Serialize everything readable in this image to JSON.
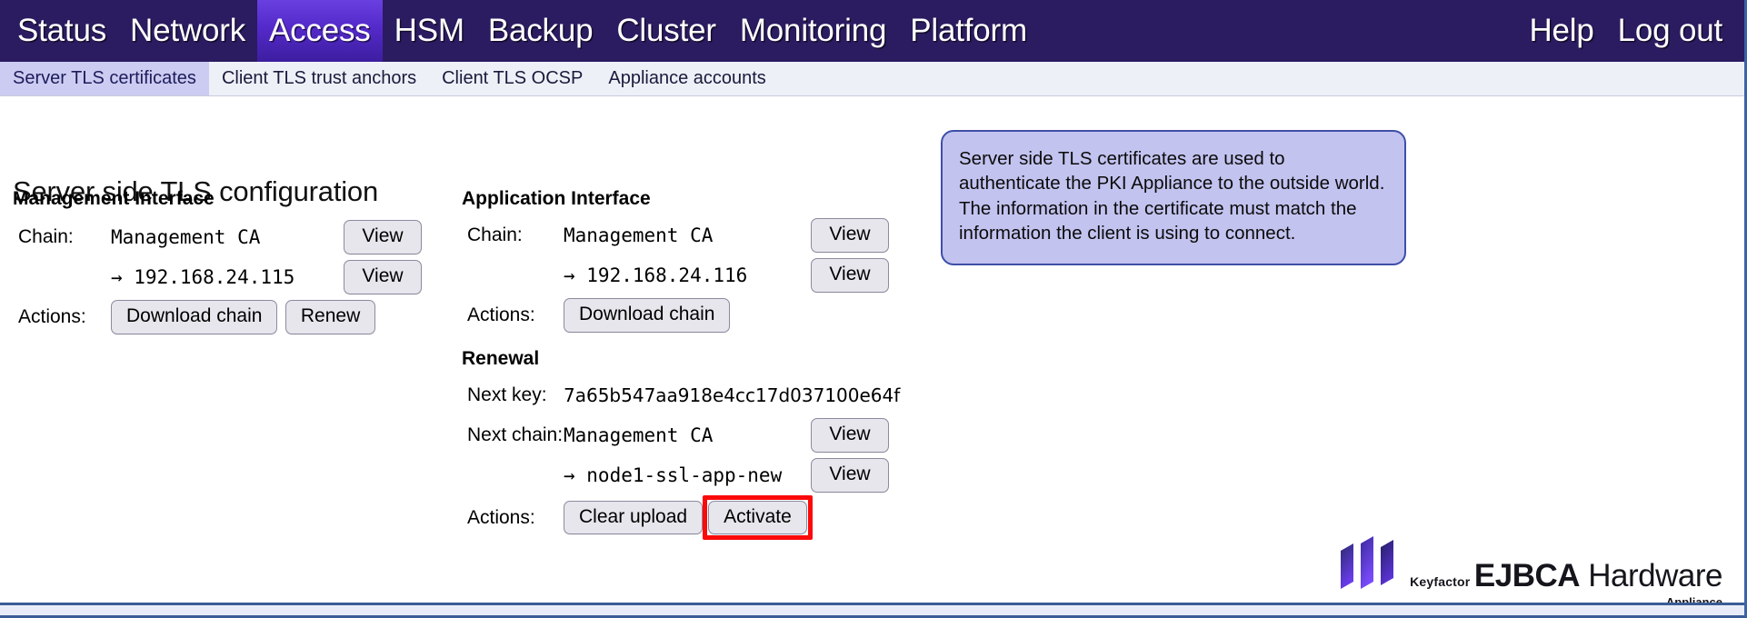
{
  "topnav": {
    "items": [
      {
        "label": "Status",
        "active": false
      },
      {
        "label": "Network",
        "active": false
      },
      {
        "label": "Access",
        "active": true
      },
      {
        "label": "HSM",
        "active": false
      },
      {
        "label": "Backup",
        "active": false
      },
      {
        "label": "Cluster",
        "active": false
      },
      {
        "label": "Monitoring",
        "active": false
      },
      {
        "label": "Platform",
        "active": false
      }
    ],
    "right_items": [
      {
        "label": "Help"
      },
      {
        "label": "Log out"
      }
    ],
    "bg_color": "#2b1b60",
    "active_color": "#5429c9"
  },
  "subnav": {
    "items": [
      {
        "label": "Server TLS certificates",
        "active": true
      },
      {
        "label": "Client TLS trust anchors",
        "active": false
      },
      {
        "label": "Client TLS OCSP",
        "active": false
      },
      {
        "label": "Appliance accounts",
        "active": false
      }
    ],
    "active_bg": "#ccccf2"
  },
  "main": {
    "page_title": "Server side TLS configuration",
    "management_interface": {
      "heading": "Management Interface",
      "chain_label": "Chain:",
      "chain_root": "Management CA",
      "chain_leaf": "→ 192.168.24.115",
      "view_root_label": "View",
      "view_leaf_label": "View",
      "actions_label": "Actions:",
      "download_chain_label": "Download chain",
      "renew_label": "Renew"
    },
    "application_interface": {
      "heading": "Application Interface",
      "chain_label": "Chain:",
      "chain_root": "Management CA",
      "chain_leaf": "→ 192.168.24.116",
      "view_root_label": "View",
      "view_leaf_label": "View",
      "actions_label": "Actions:",
      "download_chain_label": "Download chain"
    },
    "renewal": {
      "heading": "Renewal",
      "next_key_label": "Next key:",
      "next_key_value": "7a65b547aa918e4cc17d037100e64f",
      "next_chain_label": "Next chain:",
      "next_chain_root": "Management CA",
      "next_chain_leaf": "→ node1‑ssl‑app‑new",
      "view_root_label": "View",
      "view_leaf_label": "View",
      "actions_label": "Actions:",
      "clear_upload_label": "Clear upload",
      "activate_label": "Activate",
      "activate_highlight_color": "#fb0a0a"
    }
  },
  "info_panel": {
    "text": "Server side TLS certificates are used to authenticate the PKI Appliance to the outside world. The information in the certificate must match the information the client is using to connect.",
    "bg_color": "#c3c3f0",
    "border_color": "#3e4fa8"
  },
  "logo": {
    "brand": "Keyfactor",
    "product_bold": "EJBCA",
    "product_light": " Hardware",
    "subtitle": "Appliance",
    "mark_color_start": "#6b3df0",
    "mark_color_end": "#2b2a6e"
  }
}
